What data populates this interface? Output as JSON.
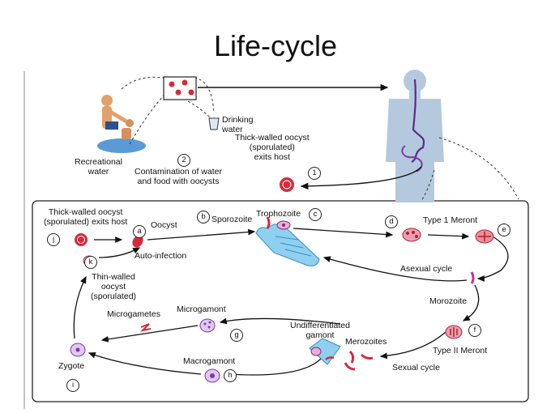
{
  "title": "Life-cycle",
  "top": {
    "recreational": "Recreational\nwater",
    "drinking": "Drinking\nwater",
    "contamination": "Contamination of water\nand food with oocysts",
    "exits": "Thick-walled oocyst\n(sporulated)\nexits host"
  },
  "cycle": {
    "thick_exits": "Thick-walled oocyst\n(sporulated) exits host",
    "oocyst": "Oocyst",
    "sporozoite": "Sporozoite",
    "trophozoite": "Trophozoite",
    "type1": "Type 1 Meront",
    "auto": "Auto-infection",
    "thin": "Thin-walled\noocyst\n(sporulated)",
    "asexual": "Asexual cycle",
    "morozoite": "Morozoite",
    "microgamont": "Microgamont",
    "microgametes": "Microgametes",
    "undiff": "Undifferentiated\ngamont",
    "merozoites": "Merozoites",
    "type2": "Type II Meront",
    "macrogamont": "Macrogamont",
    "sexual": "Sexual cycle",
    "zygote": "Zygote"
  },
  "steps": {
    "s1": "1",
    "s2": "2",
    "a": "a",
    "b": "b",
    "c": "c",
    "d": "d",
    "e": "e",
    "f": "f",
    "g": "g",
    "h": "h",
    "i": "i",
    "j": "j",
    "k": "k"
  }
}
